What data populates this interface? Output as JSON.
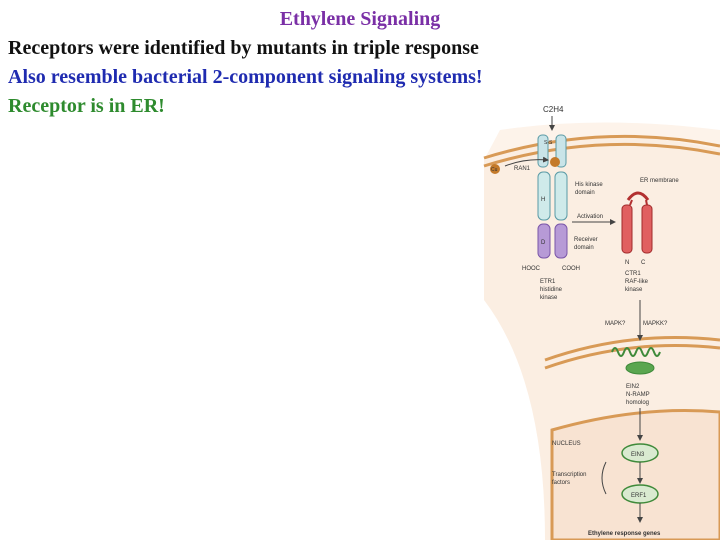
{
  "slide": {
    "title": "Ethylene Signaling",
    "line1": "Receptors were identified by mutants in triple response",
    "line2": "Also resemble bacterial 2-component signaling systems!",
    "line3": "Receptor is in ER!"
  },
  "diagram": {
    "ligand": "C2H4",
    "ss": "S-S",
    "cu": "Cu",
    "ran1": "RAN1",
    "er_membrane": "ER membrane",
    "h": "H",
    "d": "D",
    "his_kinase_1": "His kinase",
    "his_kinase_2": "domain",
    "activation": "Activation",
    "receiver_1": "Receiver",
    "receiver_2": "domain",
    "hooc": "HOOC",
    "cooh": "COOH",
    "n": "N",
    "c": "C",
    "etr1_1": "ETR1",
    "etr1_2": "histidine",
    "etr1_3": "kinase",
    "ctr1_1": "CTR1",
    "ctr1_2": "RAF-like",
    "ctr1_3": "kinase",
    "mapk": "MAPK?",
    "mapkk": "MAPKK?",
    "ein2_1": "EIN2",
    "ein2_2": "N-RAMP",
    "ein2_3": "homolog",
    "nucleus": "NUCLEUS",
    "ein3": "EIN3",
    "tf_1": "Transcription",
    "tf_2": "factors",
    "erf1": "ERF1",
    "ethylene_response_genes": "Ethylene response genes"
  }
}
